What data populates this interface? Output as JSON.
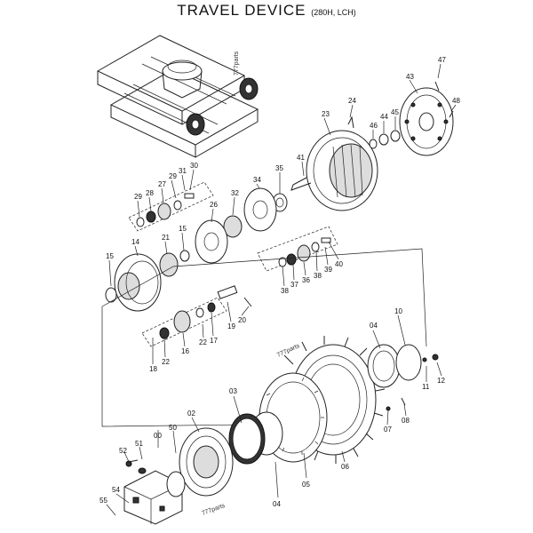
{
  "title": {
    "main": "TRAVEL DEVICE",
    "sub": "(280H, LCH)"
  },
  "watermark": "777parts",
  "watermark2": "777parts",
  "watermark3": "777parts",
  "parts": {
    "p00": "00",
    "p02": "02",
    "p03": "03",
    "p04": "04",
    "p04b": "04",
    "p05": "05",
    "p06": "06",
    "p07": "07",
    "p08": "08",
    "p10": "10",
    "p11": "11",
    "p12": "12",
    "p14": "14",
    "p15": "15",
    "p16": "16",
    "p17": "17",
    "p18": "18",
    "p19": "19",
    "p20": "20",
    "p21": "21",
    "p22": "22",
    "p22b": "22",
    "p23": "23",
    "p24": "24",
    "p26": "26",
    "p27": "27",
    "p28": "28",
    "p29": "29",
    "p30": "30",
    "p31": "31",
    "p32": "32",
    "p34": "34",
    "p35": "35",
    "p36": "36",
    "p37": "37",
    "p38": "38",
    "p38b": "38",
    "p39": "39",
    "p40": "40",
    "p41": "41",
    "p43": "43",
    "p44": "44",
    "p45": "45",
    "p46": "46",
    "p47": "47",
    "p48": "48",
    "p50": "50",
    "p51": "51",
    "p52": "52",
    "p54": "54",
    "p55": "55"
  }
}
